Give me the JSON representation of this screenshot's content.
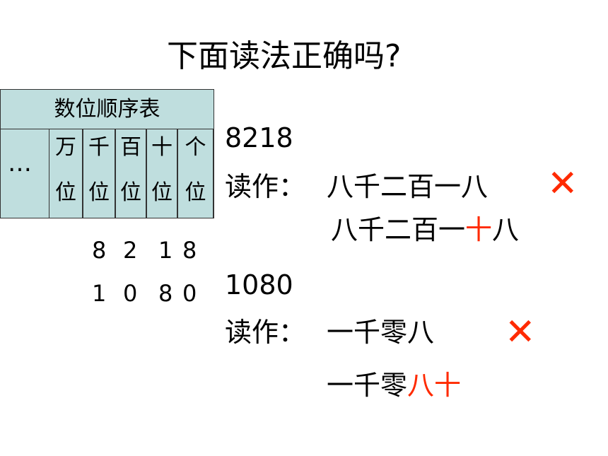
{
  "title": "下面读法正确吗?",
  "table": {
    "header": "数位顺序表",
    "ellipsis": "…",
    "columns": [
      {
        "top": "万",
        "bottom": "位"
      },
      {
        "top": "千",
        "bottom": "位"
      },
      {
        "top": "百",
        "bottom": "位"
      },
      {
        "top": "十",
        "bottom": "位"
      },
      {
        "top": "个",
        "bottom": "位"
      }
    ]
  },
  "digits_row1": [
    "8",
    "2",
    "1",
    "8"
  ],
  "digits_row2": [
    "1",
    "0",
    "8",
    "0"
  ],
  "example1": {
    "number": "8218",
    "read_label": "读作：",
    "wrong_reading": "八千二百一八",
    "mark": "✕",
    "correct_parts": [
      "八千二百一",
      "十",
      "八"
    ]
  },
  "example2": {
    "number": "1080",
    "read_label": "读作：",
    "wrong_reading": "一千零八",
    "mark": "✕",
    "correct_parts": [
      "一千零",
      "八十"
    ]
  },
  "colors": {
    "table_fill": "#bfdede",
    "highlight": "#ff2a00"
  }
}
